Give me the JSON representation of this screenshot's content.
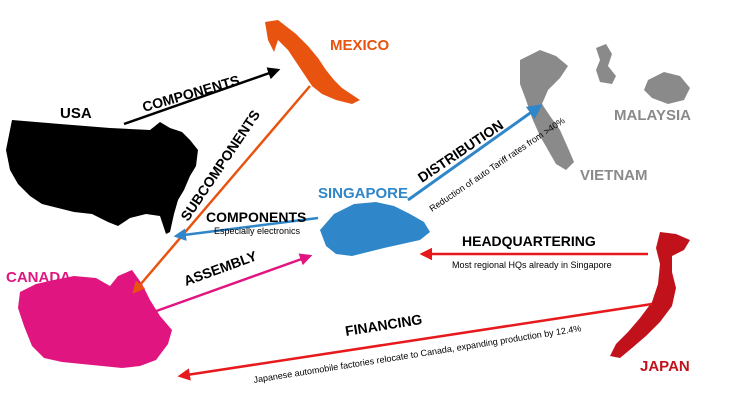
{
  "countries": {
    "usa": "USA",
    "mexico": "MEXICO",
    "malaysia": "MALAYSIA",
    "vietnam": "VIETNAM",
    "singapore": "SINGAPORE",
    "canada": "CANADA",
    "japan": "JAPAN"
  },
  "flows": {
    "components_usa_mexico": "COMPONENTS",
    "subcomponents": "SUBCOMPONENTS",
    "distribution": "DISTRIBUTION",
    "distribution_note": "Reduction of auto Tariff rates from >40%",
    "components_singapore_usa": "COMPONENTS",
    "components_note": "Especially electronics",
    "headquartering": "HEADQUARTERING",
    "headquartering_note": "Most regional HQs already in Singapore",
    "assembly": "ASSEMBLY",
    "financing": "FINANCING",
    "financing_note": "Japanese automobile factories relocate to Canada, expanding production by 12.4%"
  },
  "colors": {
    "usa": "#000000",
    "mexico": "#e8540f",
    "gray": "#8a8a8a",
    "singapore": "#2f86c8",
    "canada": "#e0157f",
    "japan": "#c1121c",
    "red_arrow": "#e8191d"
  }
}
